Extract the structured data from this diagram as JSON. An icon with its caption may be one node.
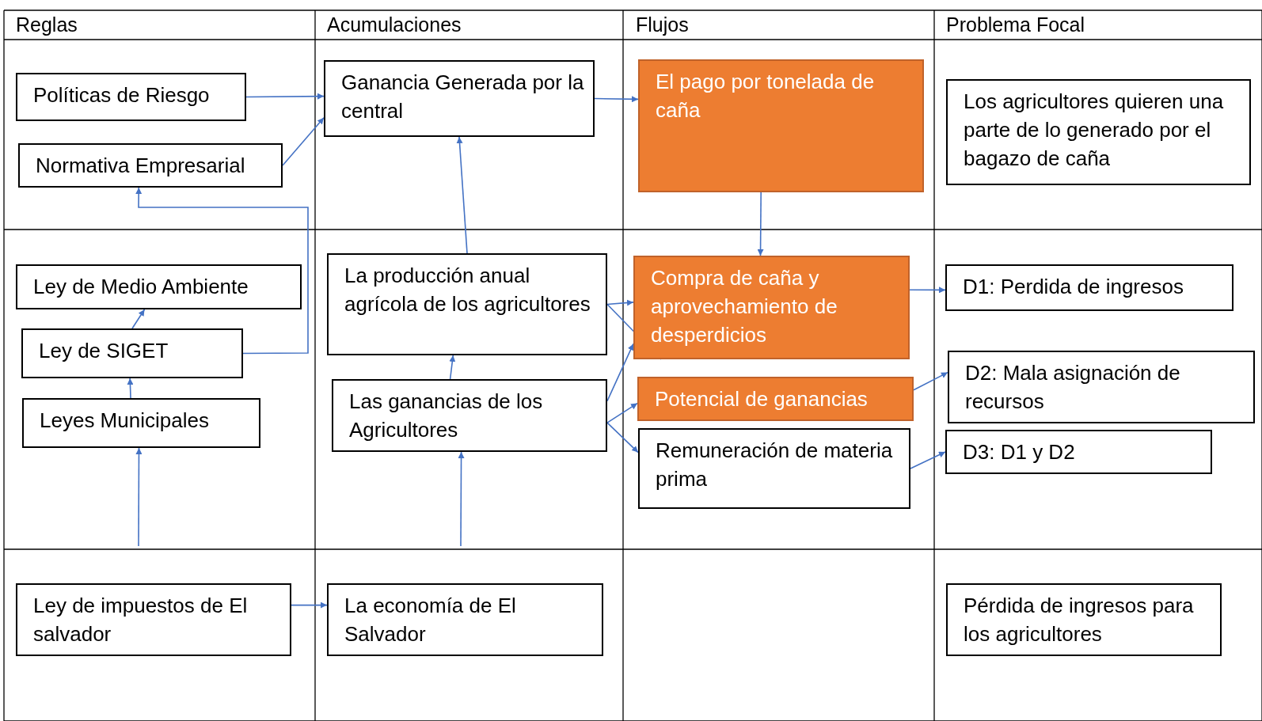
{
  "diagram": {
    "nodes": [
      {
        "text": [
          "Políticas de Riesgo"
        ]
      },
      {
        "text": [
          "Normativa Empresarial"
        ]
      },
      {
        "text": [
          "Ganancia Generada por la central"
        ]
      },
      {
        "text": [
          "El pago por tonelada de caña"
        ]
      },
      {
        "text": [
          "Los agricultores quieren una parte de lo generado por el bagazo de caña"
        ]
      },
      {
        "text": [
          "Ley de Medio Ambiente"
        ]
      },
      {
        "text": [
          "Ley de SIGET"
        ]
      },
      {
        "text": [
          "Leyes Municipales"
        ]
      },
      {
        "text": [
          "La producción anual agrícola de los agricultores"
        ]
      },
      {
        "text": [
          "Las ganancias de los Agricultores"
        ]
      },
      {
        "text": [
          "Compra de caña y aprovechamiento de desperdicios"
        ]
      },
      {
        "text": [
          "Potencial de ganancias"
        ]
      },
      {
        "text": [
          "Remuneración de materia prima"
        ]
      },
      {
        "text": [
          "D1: Perdida de ingresos"
        ]
      },
      {
        "text": [
          "D2: Mala asignación de recursos"
        ]
      },
      {
        "text": [
          "D3: D1 y D2"
        ]
      },
      {
        "text": [
          "Ley de impuestos de El salvador"
        ]
      },
      {
        "text": [
          "La economía de El Salvador"
        ]
      },
      {
        "text": [
          "Pérdida de ingresos para los agricultores"
        ]
      }
    ],
    "edges": [
      {
        "from": 0,
        "to": 2,
        "arrow": "to"
      },
      {
        "from": 1,
        "to": 2,
        "arrow": "to"
      },
      {
        "from": 2,
        "to": 3,
        "arrow": "to"
      },
      {
        "from": 3,
        "to": 10,
        "arrow": "to"
      },
      {
        "from": null,
        "to": 7,
        "arrow": "to"
      },
      {
        "from": 7,
        "to": 6,
        "arrow": "to"
      },
      {
        "from": 6,
        "to": 5,
        "arrow": "to"
      },
      {
        "from": 6,
        "to": 1,
        "arrow": "to"
      },
      {
        "from": null,
        "to": 9,
        "arrow": "to"
      },
      {
        "from": 9,
        "to": 8,
        "arrow": "to"
      },
      {
        "from": 8,
        "to": 2,
        "arrow": "to"
      },
      {
        "from": 8,
        "to": 10,
        "arrow": "to"
      },
      {
        "from": 8,
        "to": 10,
        "arrow": "to"
      },
      {
        "from": 9,
        "to": 10,
        "arrow": "to"
      },
      {
        "from": 9,
        "to": 11,
        "arrow": "to"
      },
      {
        "from": 9,
        "to": 12,
        "arrow": "to"
      },
      {
        "from": 10,
        "to": 13,
        "arrow": "to"
      },
      {
        "from": 11,
        "to": 14,
        "arrow": "to"
      },
      {
        "from": 12,
        "to": 15,
        "arrow": "to"
      },
      {
        "from": 16,
        "to": 17,
        "arrow": "to"
      }
    ],
    "labels": [
      "Reglas",
      "Acumulaciones",
      "Flujos",
      "Problema Focal"
    ]
  }
}
